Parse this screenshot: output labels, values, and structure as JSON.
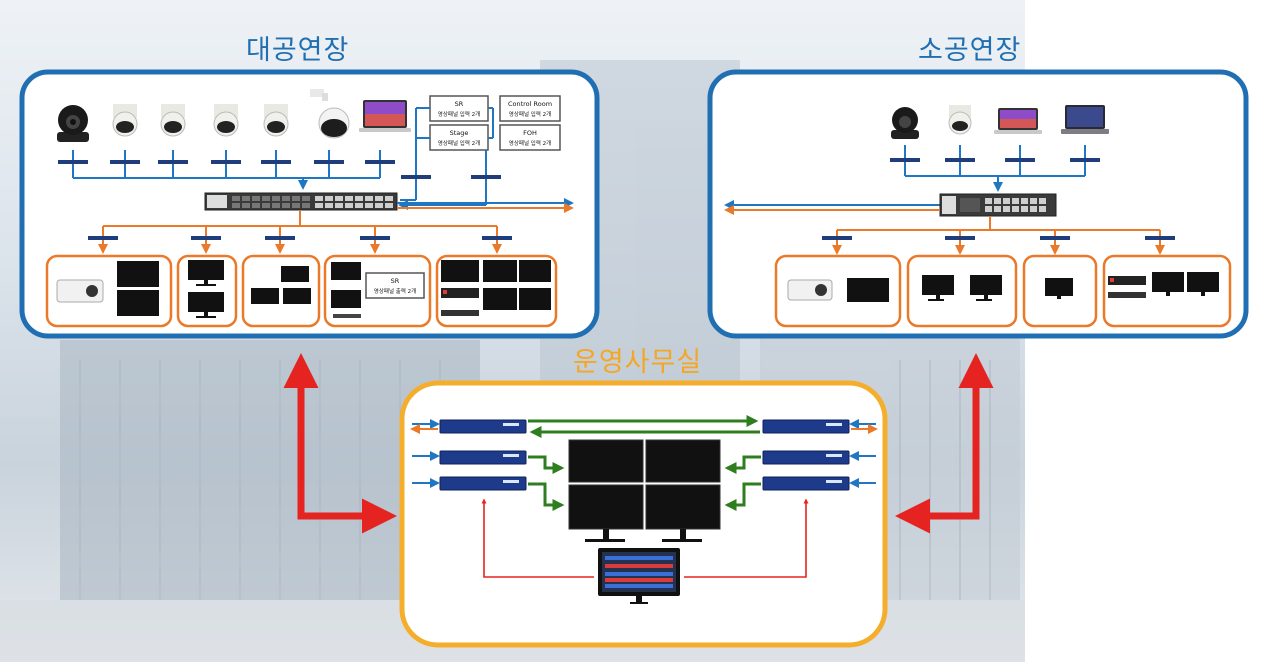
{
  "sections": {
    "large_hall": {
      "title": "대공연장",
      "color": "#1f6fb2"
    },
    "small_hall": {
      "title": "소공연장",
      "color": "#1f6fb2"
    },
    "operations_office": {
      "title": "운영사무실",
      "color": "#f5a623"
    }
  },
  "large_hall_panels": {
    "sr_input": {
      "title": "SR",
      "subtitle": "영상패널 입력 2개"
    },
    "control_room_input": {
      "title": "Control Room",
      "subtitle": "영상패널 입력 2개"
    },
    "stage_input": {
      "title": "Stage",
      "subtitle": "영상패널 입력 2개"
    },
    "foh_input": {
      "title": "FOH",
      "subtitle": "영상패널 입력 2개"
    },
    "sr_output": {
      "title": "SR",
      "subtitle": "영상패널 출력 2개"
    }
  },
  "colors": {
    "network_blue": "#1f77c4",
    "output_orange": "#ea7a2a",
    "video_green": "#2e7d1e",
    "link_red": "#e52421",
    "ops_border": "#f5ae2b"
  },
  "icons": {
    "ptz_camera": "ptz-camera-icon",
    "dome_camera": "dome-camera-icon",
    "laptop": "laptop-icon",
    "network_switch": "network-switch-icon",
    "encoder": "encoder-icon",
    "projector": "projector-icon",
    "monitor": "monitor-icon",
    "control_surface": "control-surface-icon"
  }
}
